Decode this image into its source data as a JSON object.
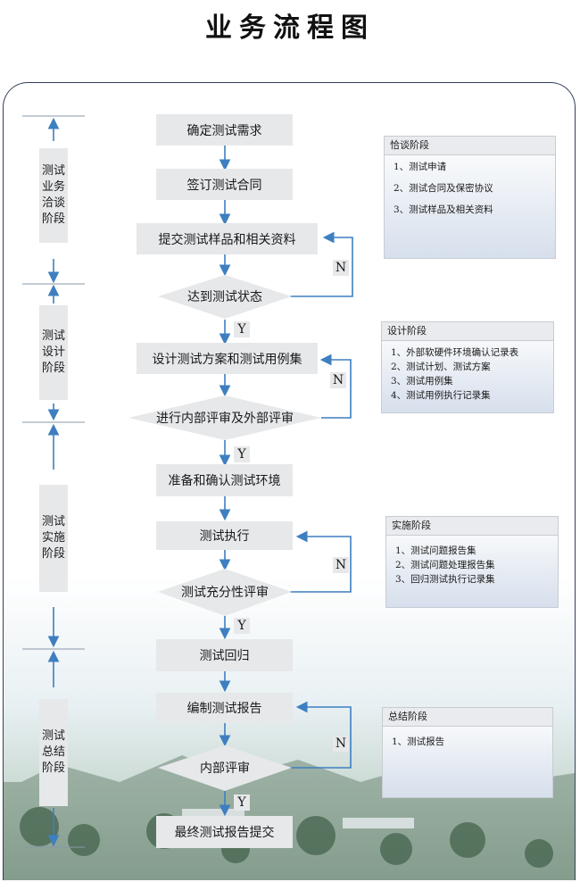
{
  "title": "业务流程图",
  "steps": {
    "s1": "确定测试需求",
    "s2": "签订测试合同",
    "s3": "提交测试样品和相关资料",
    "d1": "达到测试状态",
    "s4": "设计测试方案和测试用例集",
    "d2": "进行内部评审及外部评审",
    "s5": "准备和确认测试环境",
    "s6": "测试执行",
    "d3": "测试充分性评审",
    "s7": "测试回归",
    "s8": "编制测试报告",
    "d4": "内部评审",
    "s9": "最终测试报告提交"
  },
  "labels": {
    "yes": "Y",
    "no": "N"
  },
  "stages": {
    "stage1": "测试业务洽谈阶段",
    "stage2": "测试设计阶段",
    "stage3": "测试实施阶段",
    "stage4": "测试总结阶段"
  },
  "panels": {
    "p1": {
      "title": "恰谈阶段",
      "items": [
        "1、测试申请",
        "2、测试合同及保密协议",
        "3、测试样品及相关资料"
      ]
    },
    "p2": {
      "title": "设计阶段",
      "items": [
        "1、外部软硬件环境确认记录表",
        "2、测试计划、测试方案",
        "3、测试用例集",
        "4、测试用例执行记录集"
      ]
    },
    "p3": {
      "title": "实施阶段",
      "items": [
        "1、测试问题报告集",
        "2、测试问题处理报告集",
        "3、回归测试执行记录集"
      ]
    },
    "p4": {
      "title": "总结阶段",
      "items": [
        "1、测试报告"
      ]
    }
  },
  "colors": {
    "line": "#3d7fc0",
    "box": "#e6e8ea",
    "frame": "#33405a"
  }
}
